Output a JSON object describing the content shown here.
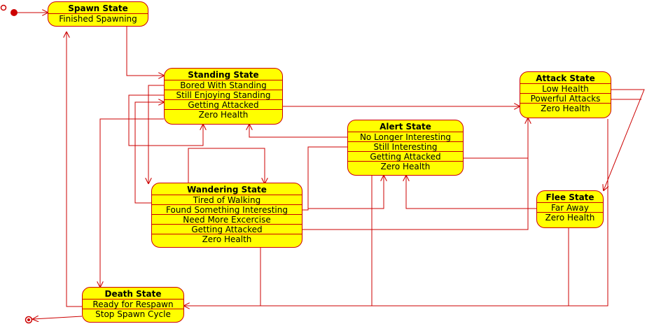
{
  "states": {
    "spawn": {
      "title": "Spawn State",
      "transitions": [
        "Finished Spawning"
      ]
    },
    "standing": {
      "title": "Standing State",
      "transitions": [
        "Bored With Standing",
        "Still Enjoying Standing",
        "Getting Attacked",
        "Zero Health"
      ]
    },
    "attack": {
      "title": "Attack State",
      "transitions": [
        "Low Health",
        "Powerful Attacks",
        "Zero Health"
      ]
    },
    "alert": {
      "title": "Alert State",
      "transitions": [
        "No Longer Interesting",
        "Still Interesting",
        "Getting Attacked",
        "Zero Health"
      ]
    },
    "wandering": {
      "title": "Wandering State",
      "transitions": [
        "Tired of Walking",
        "Found Something Interesting",
        "Need More Excercise",
        "Getting Attacked",
        "Zero Health"
      ]
    },
    "flee": {
      "title": "Flee State",
      "transitions": [
        "Far Away",
        "Zero Health"
      ]
    },
    "death": {
      "title": "Death State",
      "transitions": [
        "Ready for Respawn",
        "Stop Spawn Cycle"
      ]
    }
  },
  "colors": {
    "state_fill": "#ffff00",
    "line": "#cc0000",
    "text": "#000000"
  }
}
